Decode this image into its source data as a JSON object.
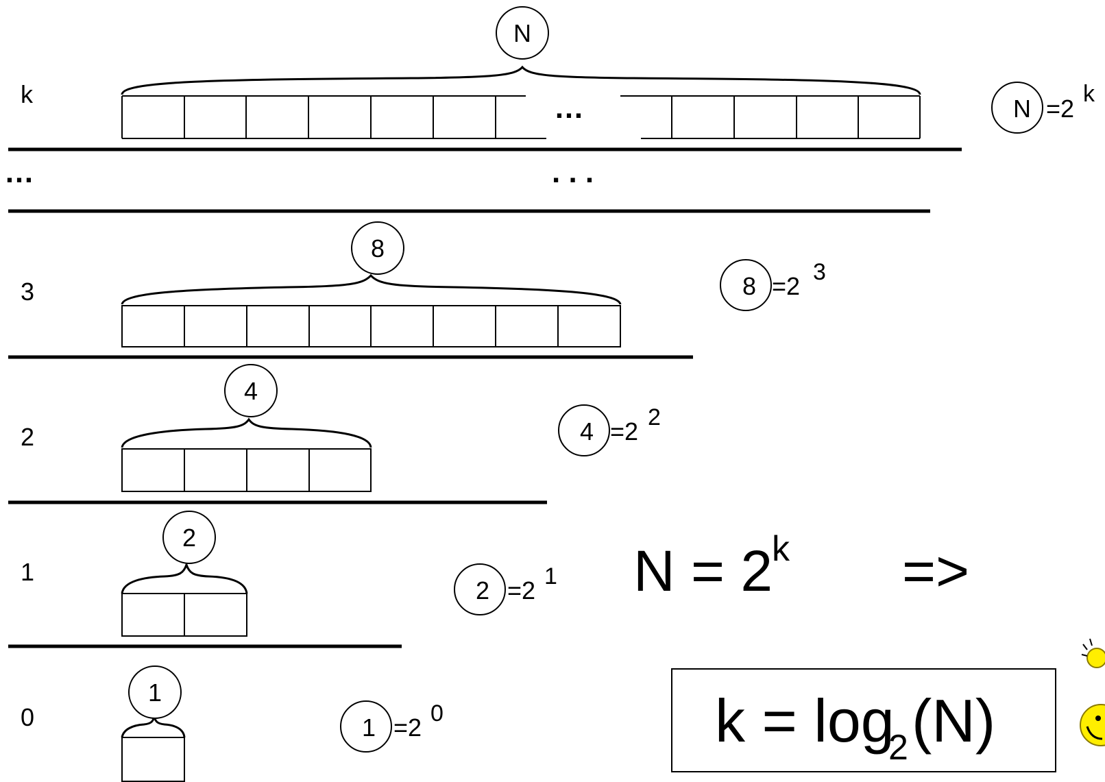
{
  "colors": {
    "ink": "#000000",
    "paper": "#ffffff",
    "smiley": "#ffee00",
    "smiley_stroke": "#8a7a00"
  },
  "ellipsis_left": "…",
  "ellipsis_top": "…",
  "ellipsis_mid": ".   .   .",
  "rows": [
    {
      "level": "k",
      "circle": "N",
      "formula_base": "=2",
      "formula_exp": "k"
    },
    {
      "level": "3",
      "circle": "8",
      "formula_base": "=2",
      "formula_exp": "3"
    },
    {
      "level": "2",
      "circle": "4",
      "formula_base": "=2",
      "formula_exp": "2"
    },
    {
      "level": "1",
      "circle": "2",
      "formula_base": "=2",
      "formula_exp": "1"
    },
    {
      "level": "0",
      "circle": "1",
      "formula_base": "=2",
      "formula_exp": "0"
    }
  ],
  "equation": {
    "lhs": "N = 2",
    "exp": "k",
    "arrow": "=>"
  },
  "result": {
    "prefix": "k = log",
    "sub": "2",
    "suffix": "(N)"
  },
  "smiley_icon": "smiley-face-icon"
}
